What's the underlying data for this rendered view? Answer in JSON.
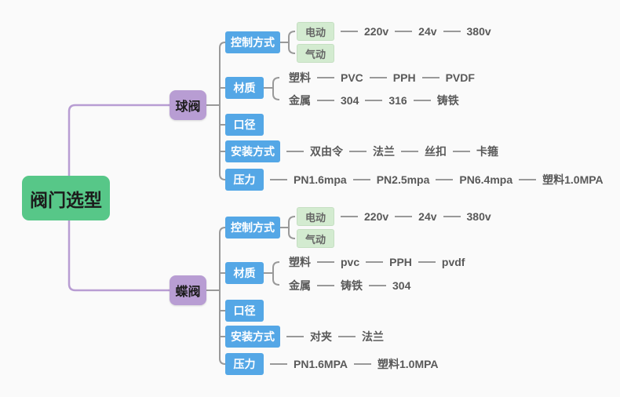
{
  "root": {
    "label": "阀门选型"
  },
  "branches": [
    {
      "label": "球阀",
      "children": [
        {
          "label": "控制方式",
          "sub": [
            {
              "label": "电动",
              "chain": [
                "220v",
                "24v",
                "380v"
              ]
            },
            {
              "label": "气动",
              "chain": []
            }
          ]
        },
        {
          "label": "材质",
          "sub": [
            {
              "label": "塑料",
              "chain": [
                "PVC",
                "PPH",
                "PVDF"
              ]
            },
            {
              "label": "金属",
              "chain": [
                "304",
                "316",
                "铸铁"
              ]
            }
          ]
        },
        {
          "label": "口径"
        },
        {
          "label": "安装方式",
          "chain": [
            "双由令",
            "法兰",
            "丝扣",
            "卡箍"
          ]
        },
        {
          "label": "压力",
          "chain": [
            "PN1.6mpa",
            "PN2.5mpa",
            "PN6.4mpa",
            "塑料1.0MPA"
          ]
        }
      ]
    },
    {
      "label": "蝶阀",
      "children": [
        {
          "label": "控制方式",
          "sub": [
            {
              "label": "电动",
              "chain": [
                "220v",
                "24v",
                "380v"
              ]
            },
            {
              "label": "气动",
              "chain": []
            }
          ]
        },
        {
          "label": "材质",
          "sub": [
            {
              "label": "塑料",
              "chain": [
                "pvc",
                "PPH",
                "pvdf"
              ]
            },
            {
              "label": "金属",
              "chain": [
                "铸铁",
                "304"
              ]
            }
          ]
        },
        {
          "label": "口径"
        },
        {
          "label": "安装方式",
          "chain": [
            "对夹",
            "法兰"
          ]
        },
        {
          "label": "压力",
          "chain": [
            "PN1.6MPA",
            "塑料1.0MPA"
          ]
        }
      ]
    }
  ],
  "colors": {
    "root_bg": "#57c788",
    "branch_bg": "#b89dd3",
    "branch_connector": "#b89dd3",
    "topic_bg": "#54a7e6",
    "topic_text": "#ffffff",
    "leaf_box_bg": "#d3ebd0",
    "leaf_box_text": "#666666",
    "chain_text": "#595959",
    "connector": "#999999"
  }
}
